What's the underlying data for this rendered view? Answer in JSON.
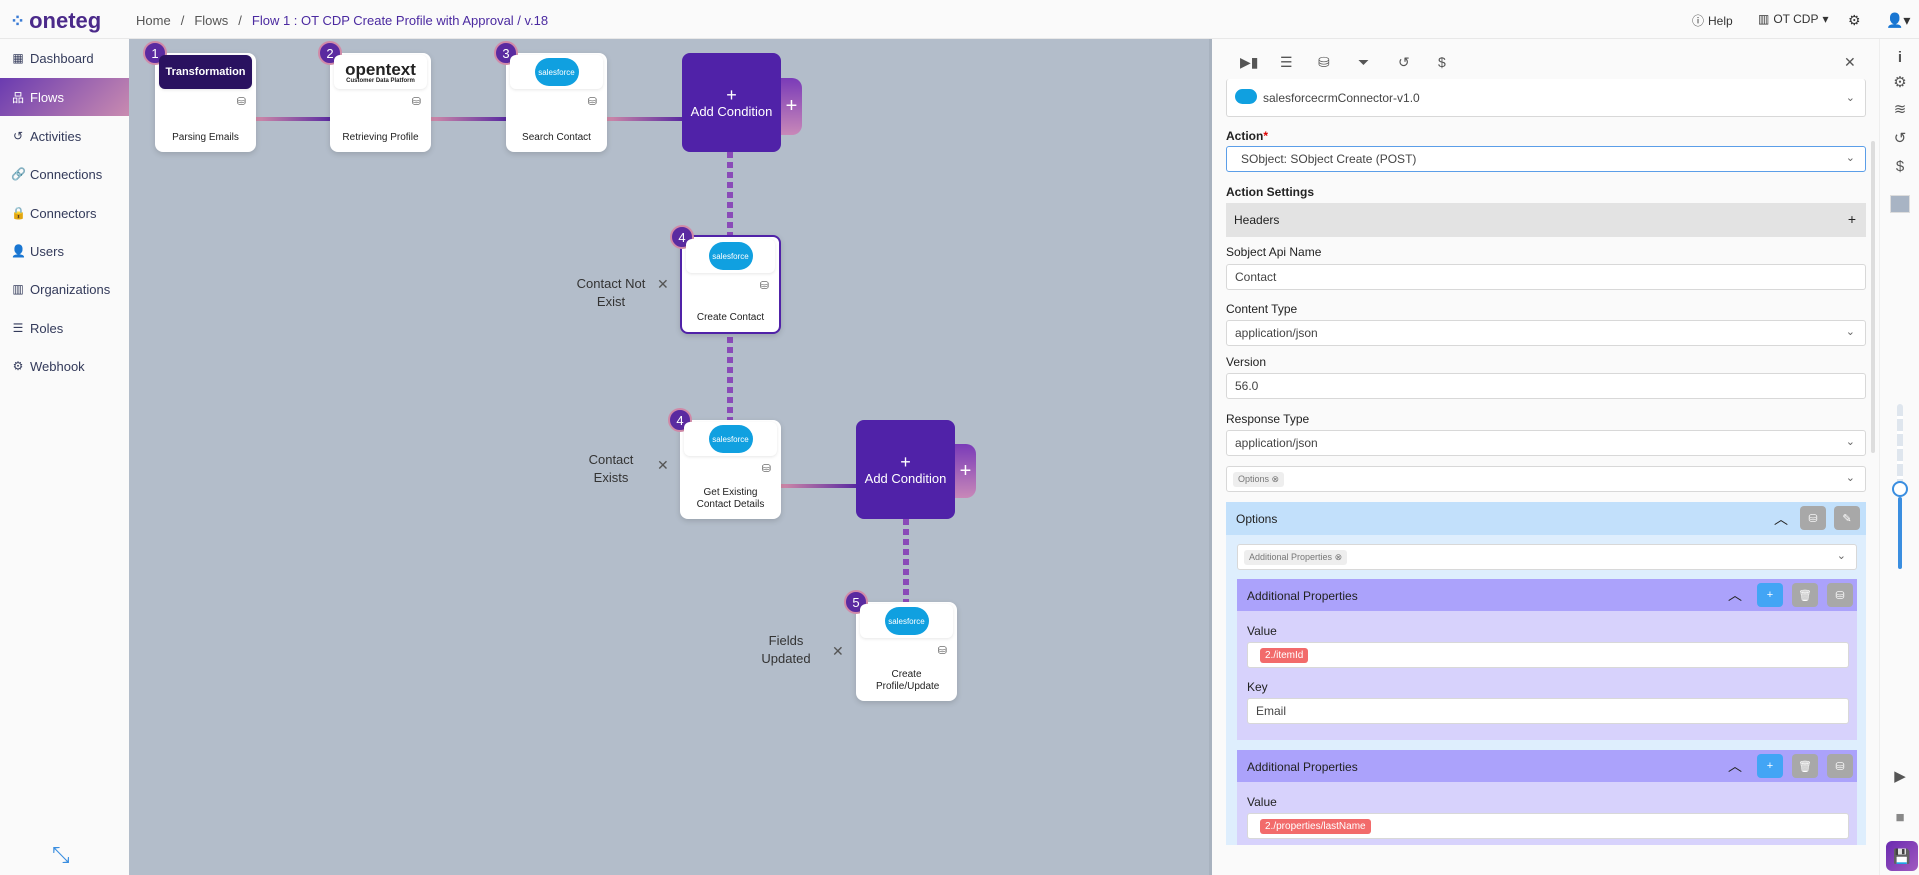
{
  "header": {
    "logo": "oneteg",
    "breadcrumb": [
      "Home",
      "Flows",
      "Flow 1 : OT CDP Create Profile with Approval / v.18"
    ],
    "help": "Help",
    "org": "OT CDP"
  },
  "sidebar": {
    "items": [
      {
        "label": "Dashboard",
        "icon": "grid-icon"
      },
      {
        "label": "Flows",
        "icon": "sitemap-icon",
        "active": true
      },
      {
        "label": "Activities",
        "icon": "history-icon"
      },
      {
        "label": "Connections",
        "icon": "link-icon"
      },
      {
        "label": "Connectors",
        "icon": "lock-icon"
      },
      {
        "label": "Users",
        "icon": "user-icon"
      },
      {
        "label": "Organizations",
        "icon": "building-icon"
      },
      {
        "label": "Roles",
        "icon": "server-icon"
      },
      {
        "label": "Webhook",
        "icon": "gears-icon"
      }
    ]
  },
  "canvas": {
    "nodes": [
      {
        "num": "1",
        "logo": "Transformation",
        "name": "Parsing Emails"
      },
      {
        "num": "2",
        "logo": "opentext",
        "logo_sub": "Customer Data Platform",
        "name": "Retrieving Profile"
      },
      {
        "num": "3",
        "logo": "salesforce",
        "name": "Search Contact"
      },
      {
        "num": "4",
        "logo": "salesforce",
        "name": "Create Contact"
      },
      {
        "num": "4",
        "logo": "salesforce",
        "name": "Get Existing Contact Details"
      },
      {
        "num": "5",
        "logo": "salesforce",
        "name": "Create Profile/Update"
      }
    ],
    "add_condition": "Add Condition",
    "conditions": [
      "Contact Not Exist",
      "Contact Exists",
      "Fields Updated"
    ]
  },
  "panel": {
    "connector": "salesforcecrmConnector-v1.0",
    "action_label": "Action",
    "action_value": "SObject: SObject Create (POST)",
    "action_settings": "Action Settings",
    "headers": "Headers",
    "sobject_label": "Sobject Api Name",
    "sobject_value": "Contact",
    "content_type_label": "Content Type",
    "content_type_value": "application/json",
    "version_label": "Version",
    "version_value": "56.0",
    "response_type_label": "Response Type",
    "response_type_value": "application/json",
    "options_chip": "Options",
    "options_title": "Options",
    "additional_chip": "Additional Properties",
    "groups": [
      {
        "title": "Additional Properties",
        "value_label": "Value",
        "value": "2./itemId",
        "key_label": "Key",
        "key": "Email"
      },
      {
        "title": "Additional Properties",
        "value_label": "Value",
        "value": "2./properties/lastName"
      }
    ]
  },
  "colors": {
    "accent": "#5022a8",
    "canvas": "#b3bdca",
    "chip": "#f26b6b",
    "blue": "#42a5f5"
  }
}
